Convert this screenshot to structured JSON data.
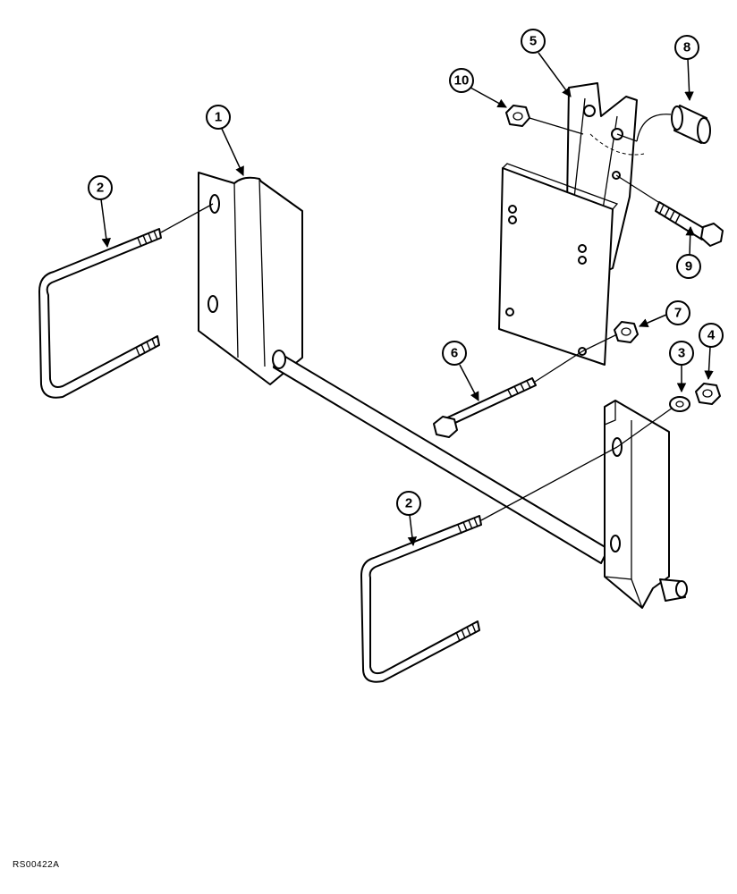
{
  "callouts": [
    {
      "id": "c1",
      "label": "1"
    },
    {
      "id": "c2a",
      "label": "2"
    },
    {
      "id": "c2b",
      "label": "2"
    },
    {
      "id": "c3",
      "label": "3"
    },
    {
      "id": "c4",
      "label": "4"
    },
    {
      "id": "c5",
      "label": "5"
    },
    {
      "id": "c6",
      "label": "6"
    },
    {
      "id": "c7",
      "label": "7"
    },
    {
      "id": "c8",
      "label": "8"
    },
    {
      "id": "c9",
      "label": "9"
    },
    {
      "id": "c10",
      "label": "10"
    }
  ],
  "reference_code": "RS00422A"
}
